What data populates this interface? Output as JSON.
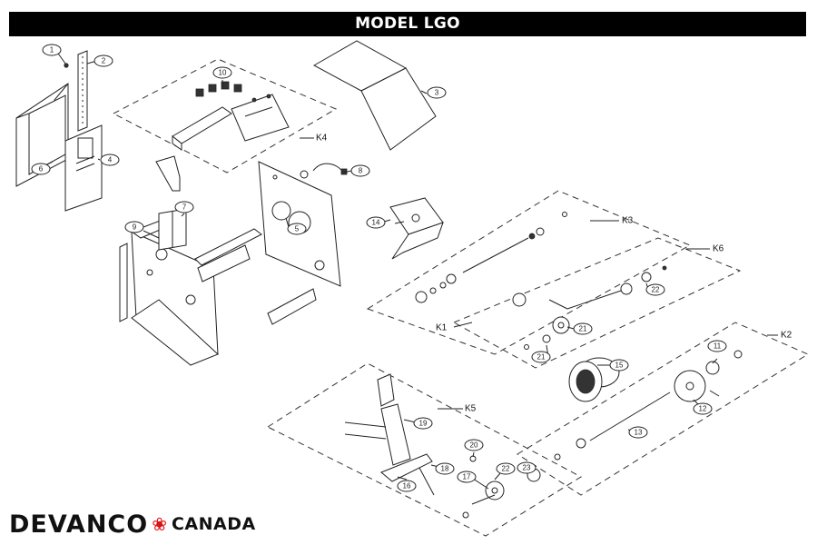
{
  "header": {
    "title": "MODEL LGO"
  },
  "callouts": [
    "1",
    "2",
    "3",
    "4",
    "6",
    "5",
    "7",
    "8",
    "9",
    "10",
    "11",
    "12",
    "13",
    "14",
    "15",
    "16",
    "17",
    "18",
    "19",
    "20",
    "21",
    "21",
    "22",
    "22",
    "23"
  ],
  "kits": [
    "K1",
    "K2",
    "K3",
    "K4",
    "K5",
    "K6"
  ],
  "brand": {
    "name": "DEVANCO",
    "region": "CANADA",
    "leaf_color": "#dd1111"
  }
}
